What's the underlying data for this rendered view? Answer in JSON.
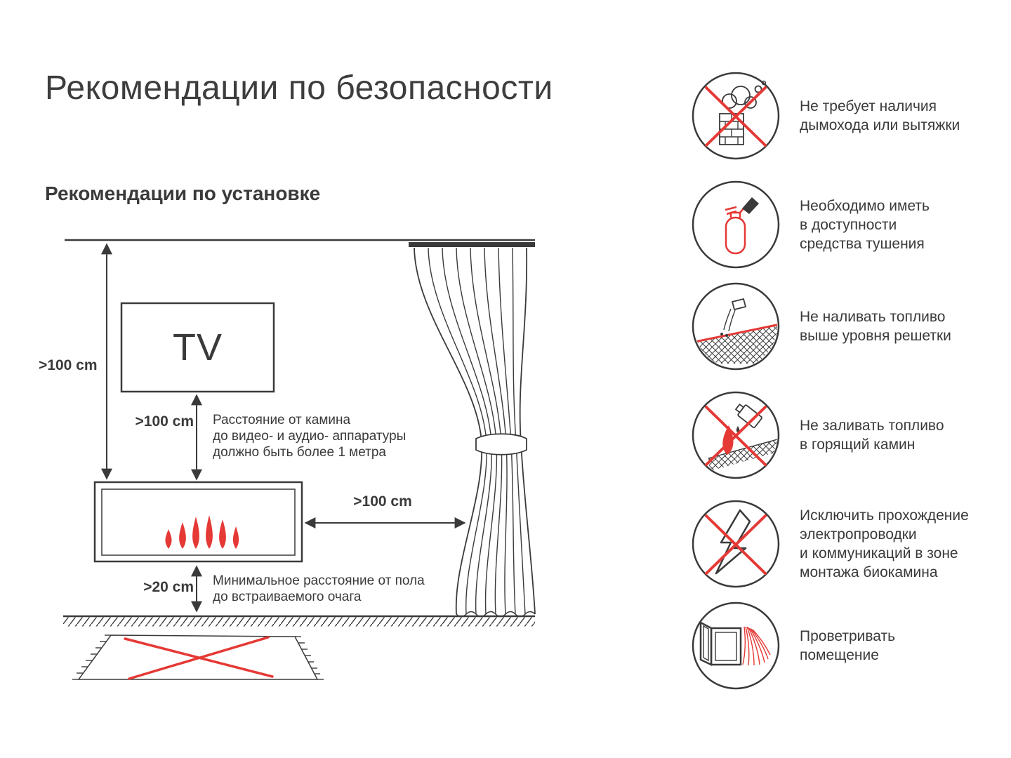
{
  "colors": {
    "ink": "#3a3a3a",
    "accent": "#e53935"
  },
  "header": {
    "title": "Рекомендации по безопасности"
  },
  "install": {
    "subtitle": "Рекомендации по установке",
    "tv_label": "TV",
    "dims": {
      "ceiling": ">100 cm",
      "tv": ">100 cm",
      "side": ">100 cm",
      "floor": ">20 cm"
    },
    "notes": {
      "tv": "Расстояние от камина\nдо видео- и аудио- аппаратуры\nдолжно быть более 1 метра",
      "floor": "Минимальное расстояние от пола\nдо встраиваемого очага"
    }
  },
  "safety_items": [
    {
      "icon": "no-chimney-icon",
      "text": "Не требует наличия\nдымохода или вытяжки"
    },
    {
      "icon": "fire-extinguisher-icon",
      "text": "Необходимо иметь\nв доступности\nсредства тушения"
    },
    {
      "icon": "fuel-level-icon",
      "text": "Не наливать топливо\nвыше уровня решетки"
    },
    {
      "icon": "no-refuel-burning-icon",
      "text": "Не заливать топливо\nв горящий камин"
    },
    {
      "icon": "no-wiring-icon",
      "text": "Исключить прохождение\nэлектропроводки\nи коммуникаций в зоне\nмонтажа биокамина"
    },
    {
      "icon": "ventilate-icon",
      "text": "Проветривать\nпомещение"
    }
  ]
}
